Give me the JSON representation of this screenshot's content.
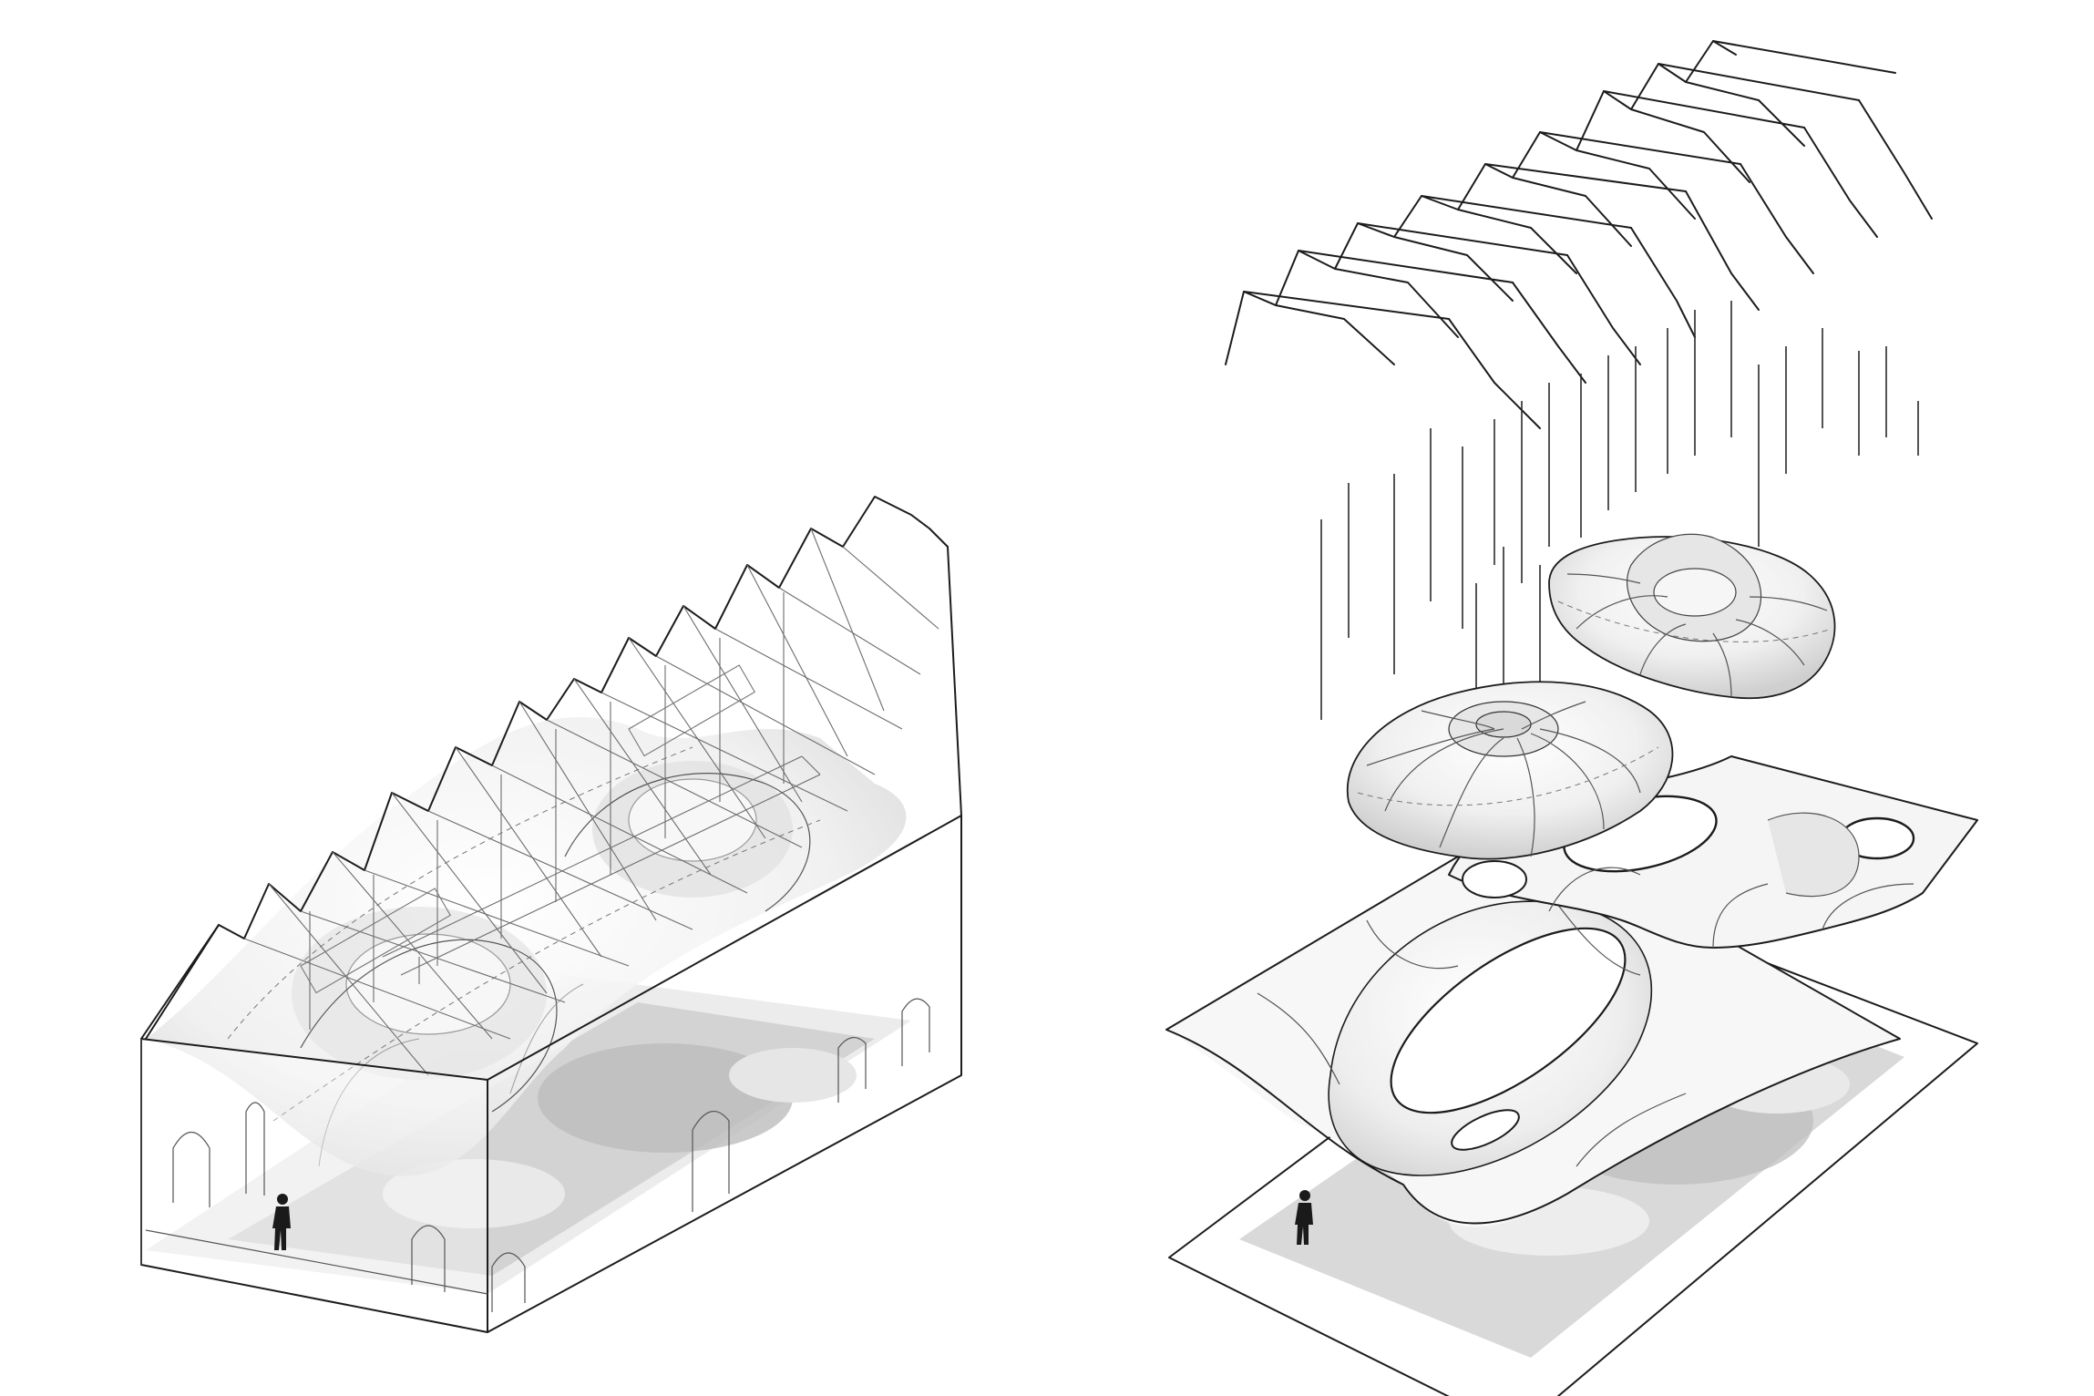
{
  "figure": {
    "background": "#ffffff",
    "line_color": "#1c1c1c",
    "shadow_color": "#c9c9c9",
    "shell_fill": "#f2f2f2",
    "panels": [
      {
        "name": "assembled-axonometric",
        "components": [
          "roof-sawtooth-trusses",
          "hanging-fabric-shell",
          "brick-enclosure",
          "floor-shadow",
          "human-figure"
        ]
      },
      {
        "name": "exploded-axonometric",
        "components": [
          "roof-trusses",
          "suspension-cables",
          "upper-dome-shell",
          "lower-dome-shell",
          "perforated-membrane",
          "floor-plate",
          "human-figure"
        ]
      }
    ]
  }
}
